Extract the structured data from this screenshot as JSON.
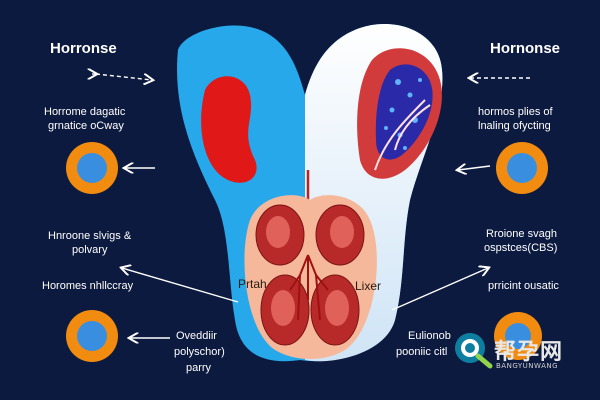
{
  "labels": {
    "left_title": "Horronse",
    "right_title": "Hornonse",
    "left_upper_1": "Horrome dagatic",
    "left_upper_2": "grnatice oCway",
    "right_upper_1": "hormos plies of",
    "right_upper_2": "lnaling ofycting",
    "left_mid_1": "Hnroone slvigs &",
    "left_mid_2": "polvary",
    "left_mid_3": "Horomes nhllccray",
    "right_mid_1": "Rroione svagh",
    "right_mid_2": "ospstces(CBS)",
    "right_mid_3": "prricint ousatic",
    "bottom_center_1": "Oveddiir",
    "bottom_center_2": "polyschor)",
    "bottom_center_3": "parry",
    "bottom_right_1": "Eulionob",
    "bottom_right_2": "pooniic citl",
    "organ_left": "Prtah",
    "organ_right": "Lixer"
  },
  "watermark": {
    "cn_text": "帮孕网",
    "en_text": "BANGYUNWANG"
  },
  "colors": {
    "background": "#0d1a3f",
    "blue_body": "#27a8ea",
    "red_organ": "#e01818",
    "kidney": "#b82a2a",
    "circle_orange": "#f28c10",
    "circle_blue": "#3a8ee0"
  }
}
